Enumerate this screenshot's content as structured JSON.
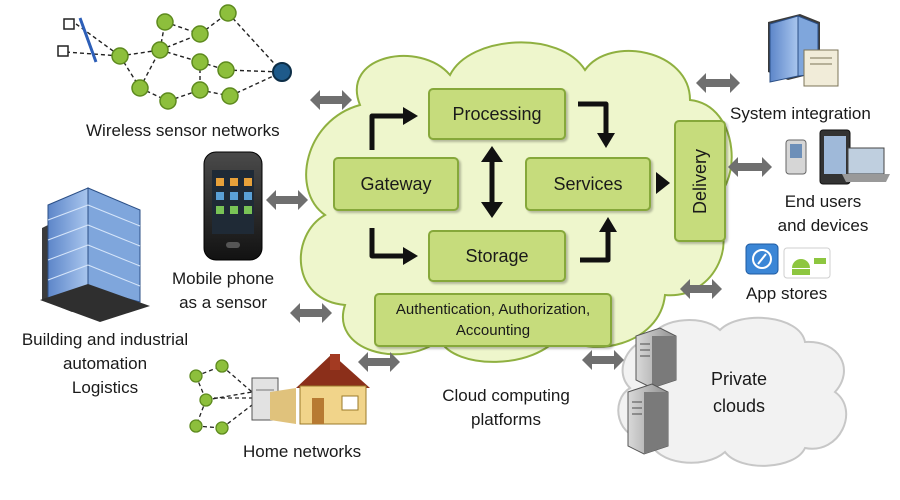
{
  "nodes": {
    "processing": "Processing",
    "gateway": "Gateway",
    "services": "Services",
    "storage": "Storage",
    "delivery": "Delivery",
    "auth_line1": "Authentication, Authorization,",
    "auth_line2": "Accounting"
  },
  "labels": {
    "wireless": "Wireless sensor networks",
    "mobile_line1": "Mobile phone",
    "mobile_line2": "as a sensor",
    "building_line1": "Building and industrial",
    "building_line2": "automation",
    "building_line3": "Logistics",
    "home": "Home networks",
    "cloud_platforms_line1": "Cloud computing",
    "cloud_platforms_line2": "platforms",
    "system_integration": "System integration",
    "end_users_line1": "End users",
    "end_users_line2": "and devices",
    "app_stores": "App stores",
    "private_line1": "Private",
    "private_line2": "clouds"
  },
  "colors": {
    "box_fill": "#c6dc7c",
    "box_border": "#86a83a",
    "cloud_fill": "#eef6cc",
    "cloud_border": "#8fb040",
    "arrow_gray": "#6f6f6f",
    "arrow_black": "#111111",
    "sensor_node": "#8dbf3c"
  },
  "icons": [
    "sensor-network-icon",
    "mobile-phone-icon",
    "office-building-icon",
    "home-network-icon",
    "server-building-icon",
    "end-user-devices-icon",
    "app-store-icon",
    "android-market-icon",
    "server-rack-icon"
  ]
}
